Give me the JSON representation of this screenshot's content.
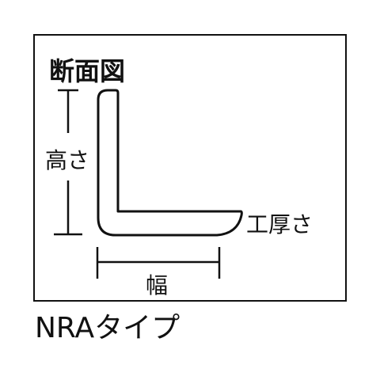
{
  "diagram": {
    "title": "断面図",
    "labels": {
      "height": "高さ",
      "width": "幅",
      "thickness": "工厚さ"
    },
    "caption": "NRAタイプ"
  },
  "colors": {
    "stroke": "#111111",
    "background": "#ffffff"
  }
}
